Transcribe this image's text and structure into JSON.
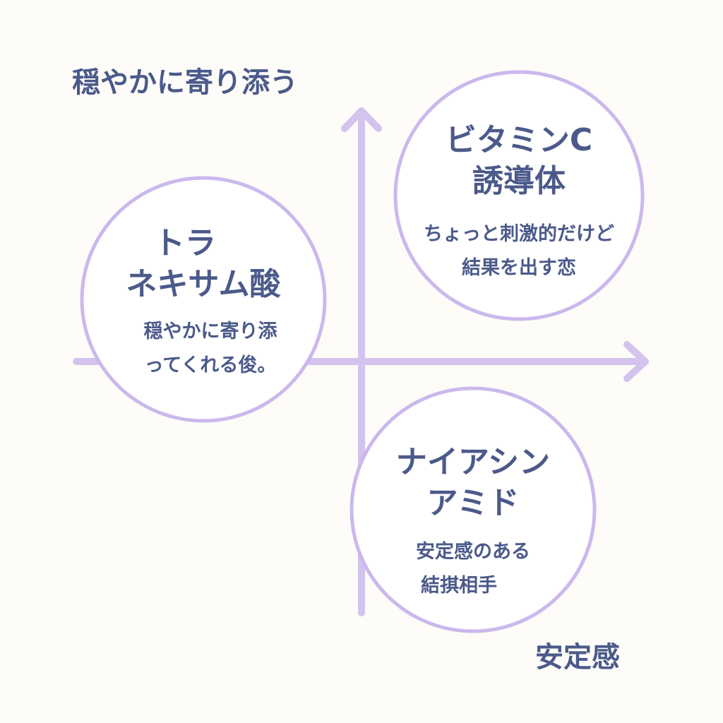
{
  "axes": {
    "y_label": "穏やかに寄り添う",
    "x_label": "安定感",
    "color": "#d3c3ed"
  },
  "circles": [
    {
      "title_lines": [
        "ビタミンC",
        "誘導体"
      ],
      "desc_lines": [
        "ちょっと刺激的だけど",
        "結果を出す恋"
      ]
    },
    {
      "title_lines": [
        "トラ",
        "ネキサム酸"
      ],
      "desc_lines": [
        "穏やかに寄り添",
        "ってくれる俊。"
      ]
    },
    {
      "title_lines": [
        "ナイアシン",
        "アミド"
      ],
      "desc_lines": [
        "安定感のある",
        "結掑相手"
      ]
    }
  ],
  "colors": {
    "text": "#4b5a8a",
    "circle_stroke": "#cbb8ec",
    "background": "#fdfcf9"
  }
}
